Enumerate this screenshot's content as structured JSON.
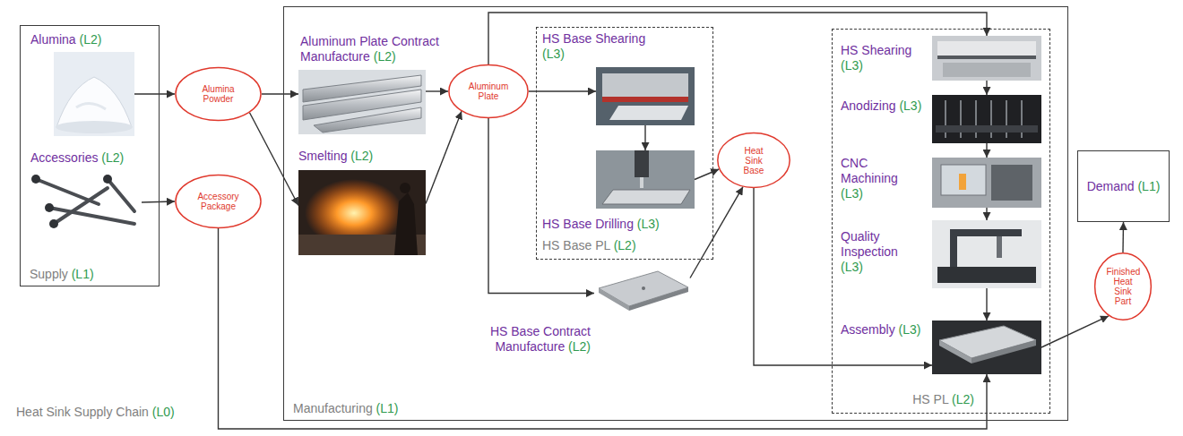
{
  "diagram": {
    "nodes": [
      {
        "text": [
          "Supply",
          "(L1)"
        ]
      },
      {
        "text": [
          "Alumina",
          "(L2)"
        ],
        "in": 0
      },
      {
        "text": [
          "Accessories",
          "(L2)"
        ],
        "in": 0
      },
      {
        "text": [
          "Alumina Powder"
        ]
      },
      {
        "text": [
          "Accessory Package"
        ]
      },
      {
        "text": [
          "Manufacturing",
          "(L1)"
        ]
      },
      {
        "text": [
          "Aluminum Plate Contract Manufacture",
          "(L2)"
        ],
        "in": 5
      },
      {
        "text": [
          "Smelting",
          "(L2)"
        ],
        "in": 5
      },
      {
        "text": [
          "Aluminum Plate"
        ],
        "in": 5
      },
      {
        "text": [
          "HS Base PL",
          "(L2)"
        ],
        "in": 5
      },
      {
        "text": [
          "HS Base Shearing",
          "(L3)"
        ],
        "in": 9
      },
      {
        "text": [
          "HS Base Drilling",
          "(L3)"
        ],
        "in": 9
      },
      {
        "text": [
          "HS Base Contract Manufacture",
          "(L2)"
        ],
        "in": 5
      },
      {
        "text": [
          "Heat Sink Base"
        ],
        "in": 5
      },
      {
        "text": [
          "HS PL",
          "(L2)"
        ],
        "in": 5
      },
      {
        "text": [
          "HS Shearing",
          "(L3)"
        ],
        "in": 14
      },
      {
        "text": [
          "Anodizing",
          "(L3)"
        ],
        "in": 14
      },
      {
        "text": [
          "CNC Machining",
          "(L3)"
        ],
        "in": 14
      },
      {
        "text": [
          "Quality Inspection",
          "(L3)"
        ],
        "in": 14
      },
      {
        "text": [
          "Assembly",
          "(L3)"
        ],
        "in": 14
      },
      {
        "text": [
          "Demand",
          "(L1)"
        ]
      },
      {
        "text": [
          "Finished Heat Sink Part"
        ]
      }
    ],
    "edges": [
      {
        "from": 1,
        "to": 3,
        "arrow": "to"
      },
      {
        "from": 2,
        "to": 4,
        "arrow": "to"
      },
      {
        "from": 3,
        "to": 6,
        "arrow": "to"
      },
      {
        "from": 3,
        "to": 7,
        "arrow": "to"
      },
      {
        "from": 6,
        "to": 8,
        "arrow": "to"
      },
      {
        "from": 7,
        "to": 8,
        "arrow": "to"
      },
      {
        "from": 8,
        "to": 10,
        "arrow": "to"
      },
      {
        "from": 10,
        "to": 11,
        "arrow": "to"
      },
      {
        "from": 8,
        "to": 12,
        "arrow": "to"
      },
      {
        "from": 8,
        "to": 15,
        "arrow": "to"
      },
      {
        "from": 11,
        "to": 13,
        "arrow": "to"
      },
      {
        "from": 12,
        "to": 13,
        "arrow": "to"
      },
      {
        "from": 13,
        "to": 19,
        "arrow": "to"
      },
      {
        "from": 15,
        "to": 16,
        "arrow": "to"
      },
      {
        "from": 16,
        "to": 17,
        "arrow": "to"
      },
      {
        "from": 17,
        "to": 18,
        "arrow": "to"
      },
      {
        "from": 18,
        "to": 19,
        "arrow": "to"
      },
      {
        "from": 19,
        "to": 21,
        "arrow": "to"
      },
      {
        "from": 21,
        "to": 20,
        "arrow": "to"
      },
      {
        "from": 4,
        "to": 19,
        "arrow": "to"
      }
    ],
    "labels": [
      "Heat Sink Supply Chain",
      "(L0)"
    ]
  }
}
